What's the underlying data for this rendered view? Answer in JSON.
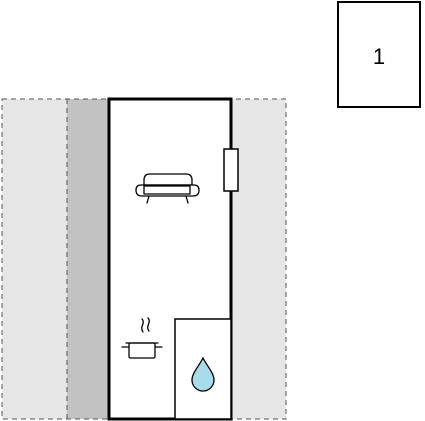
{
  "floor_badge": {
    "label": "1"
  },
  "floorplan": {
    "rooms": [
      {
        "name": "living-area",
        "icon": "sofa-icon"
      },
      {
        "name": "kitchen",
        "icon": "cooking-pot-icon"
      },
      {
        "name": "bathroom",
        "icon": "water-drop-icon"
      }
    ],
    "features": [
      {
        "name": "radiator",
        "icon": "radiator-icon"
      }
    ],
    "colors": {
      "outline": "#000000",
      "adjacent_fill": "#e6e6e6",
      "corridor_fill": "#c2c2c2",
      "room_fill": "#ffffff",
      "water": "#a8dcea"
    }
  }
}
